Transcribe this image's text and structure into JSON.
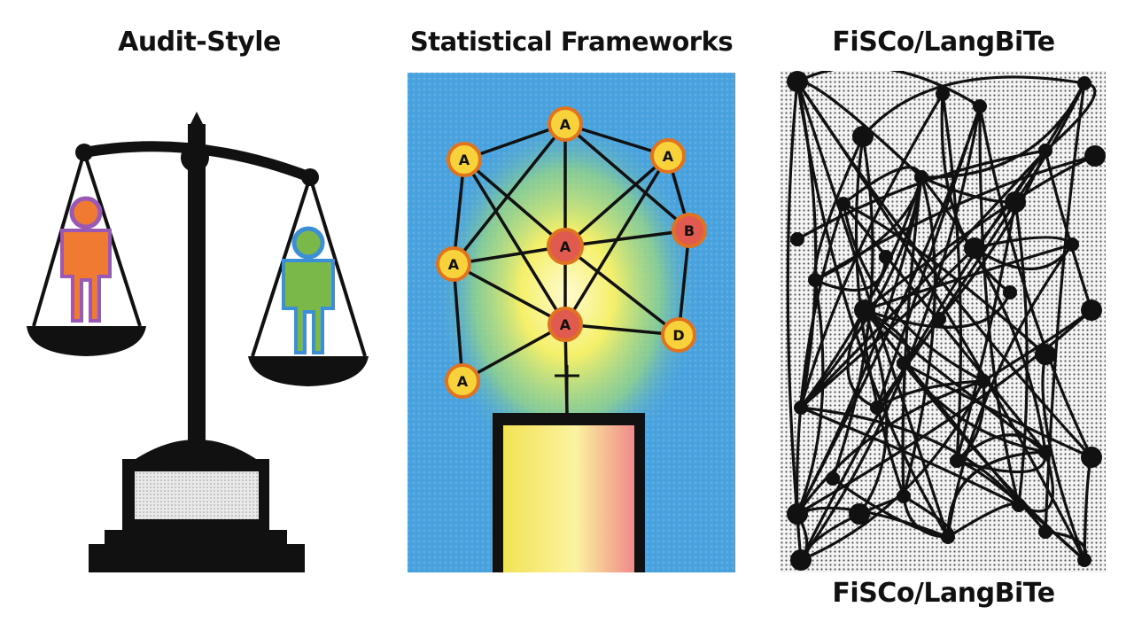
{
  "panels": [
    {
      "title": "Audit-Style"
    },
    {
      "title": "Statistical Frameworks"
    },
    {
      "title": "FiSCo/LangBiTe",
      "caption": "FiSCo/LangBiTe"
    }
  ],
  "graph_nodes": {
    "n1": "A",
    "n2": "A",
    "n3": "A",
    "n4": "A",
    "n5": "B",
    "n6": "A",
    "n7": "A",
    "n8": "D",
    "n9": "A"
  },
  "colors": {
    "ink": "#111111",
    "figure_left": "#f07a32",
    "figure_left_outline": "#9b59b6",
    "figure_right": "#7bb84a",
    "figure_right_outline": "#3a8fd6",
    "stat_background": "#4aa3df",
    "stat_glow": "#f5f06a",
    "node_yellow": "#f7d23a",
    "node_red": "#e05a4f",
    "node_outline": "#e0731f",
    "box_fill": "#f6e870"
  },
  "icons": [
    "balance-scale-icon",
    "person-icon",
    "network-graph-icon",
    "stand-icon"
  ]
}
